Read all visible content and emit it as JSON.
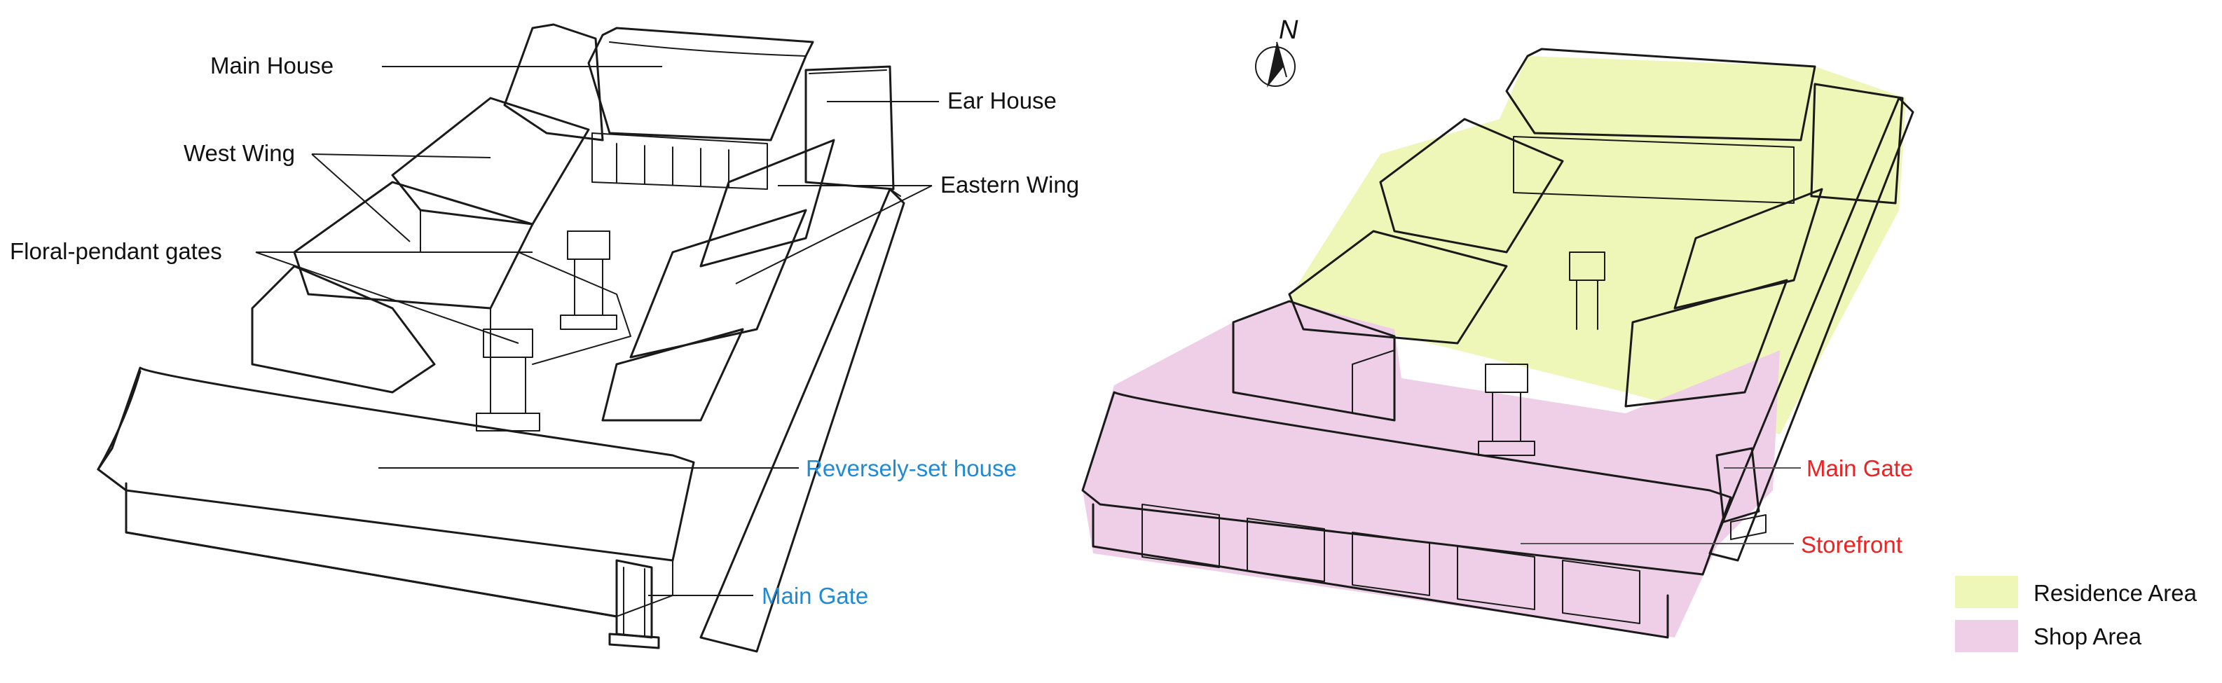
{
  "colors": {
    "line": "#1a1a1a",
    "label_black": "#111111",
    "label_blue": "#1f8ad6",
    "label_red": "#ee2222",
    "residence_fill": "#eef6b8",
    "shop_fill": "#efcfe7"
  },
  "left_diagram": {
    "labels": {
      "main_house": "Main House",
      "ear_house": "Ear House",
      "west_wing": "West Wing",
      "eastern_wing": "Eastern Wing",
      "floral_pendant_gates": "Floral-pendant gates",
      "reversely_set_house": "Reversely-set house",
      "main_gate": "Main Gate"
    }
  },
  "right_diagram": {
    "compass_letter": "N",
    "labels": {
      "main_gate": "Main Gate",
      "storefront": "Storefront"
    }
  },
  "legend": [
    {
      "label": "Residence Area",
      "color": "#eef6b8"
    },
    {
      "label": "Shop Area",
      "color": "#efcfe7"
    }
  ],
  "icons": {
    "compass": "north-arrow-compass-icon"
  }
}
